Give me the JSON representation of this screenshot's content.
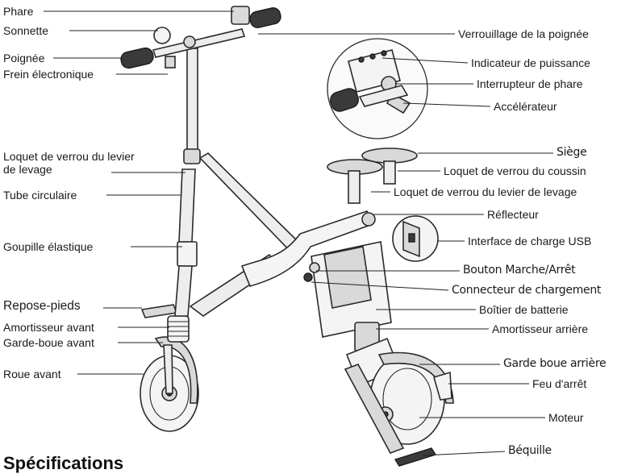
{
  "labels": {
    "phare": "Phare",
    "sonnette": "Sonnette",
    "poignee": "Poignée",
    "frein": "Frein électronique",
    "verrouillage": "Verrouillage de la poignée",
    "indicateur": "Indicateur de puissance",
    "interrupteur": "Interrupteur de phare",
    "accelerateur": "Accélérateur",
    "loquet_levier": "Loquet de verrou du levier de levage",
    "tube": "Tube circulaire",
    "siege": "Siège",
    "loquet_coussin": "Loquet de verrou du coussin",
    "loquet_levier2": "Loquet de verrou du levier de levage",
    "reflecteur": "Réflecteur",
    "usb": "Interface de charge USB",
    "goupille": "Goupille élastique",
    "bouton": "Bouton Marche/Arrêt",
    "connecteur": "Connecteur de chargement",
    "repose": "Repose-pieds",
    "boitier": "Boîtier de batterie",
    "amort_avant": "Amortisseur avant",
    "amort_arriere": "Amortisseur arrière",
    "garde_avant": "Garde-boue avant",
    "garde_arriere": "Garde boue arrière",
    "roue": "Roue avant",
    "feu": "Feu d'arrêt",
    "moteur": "Moteur",
    "bequille": "Béquille"
  },
  "footer": {
    "heading": "Spécifications"
  }
}
